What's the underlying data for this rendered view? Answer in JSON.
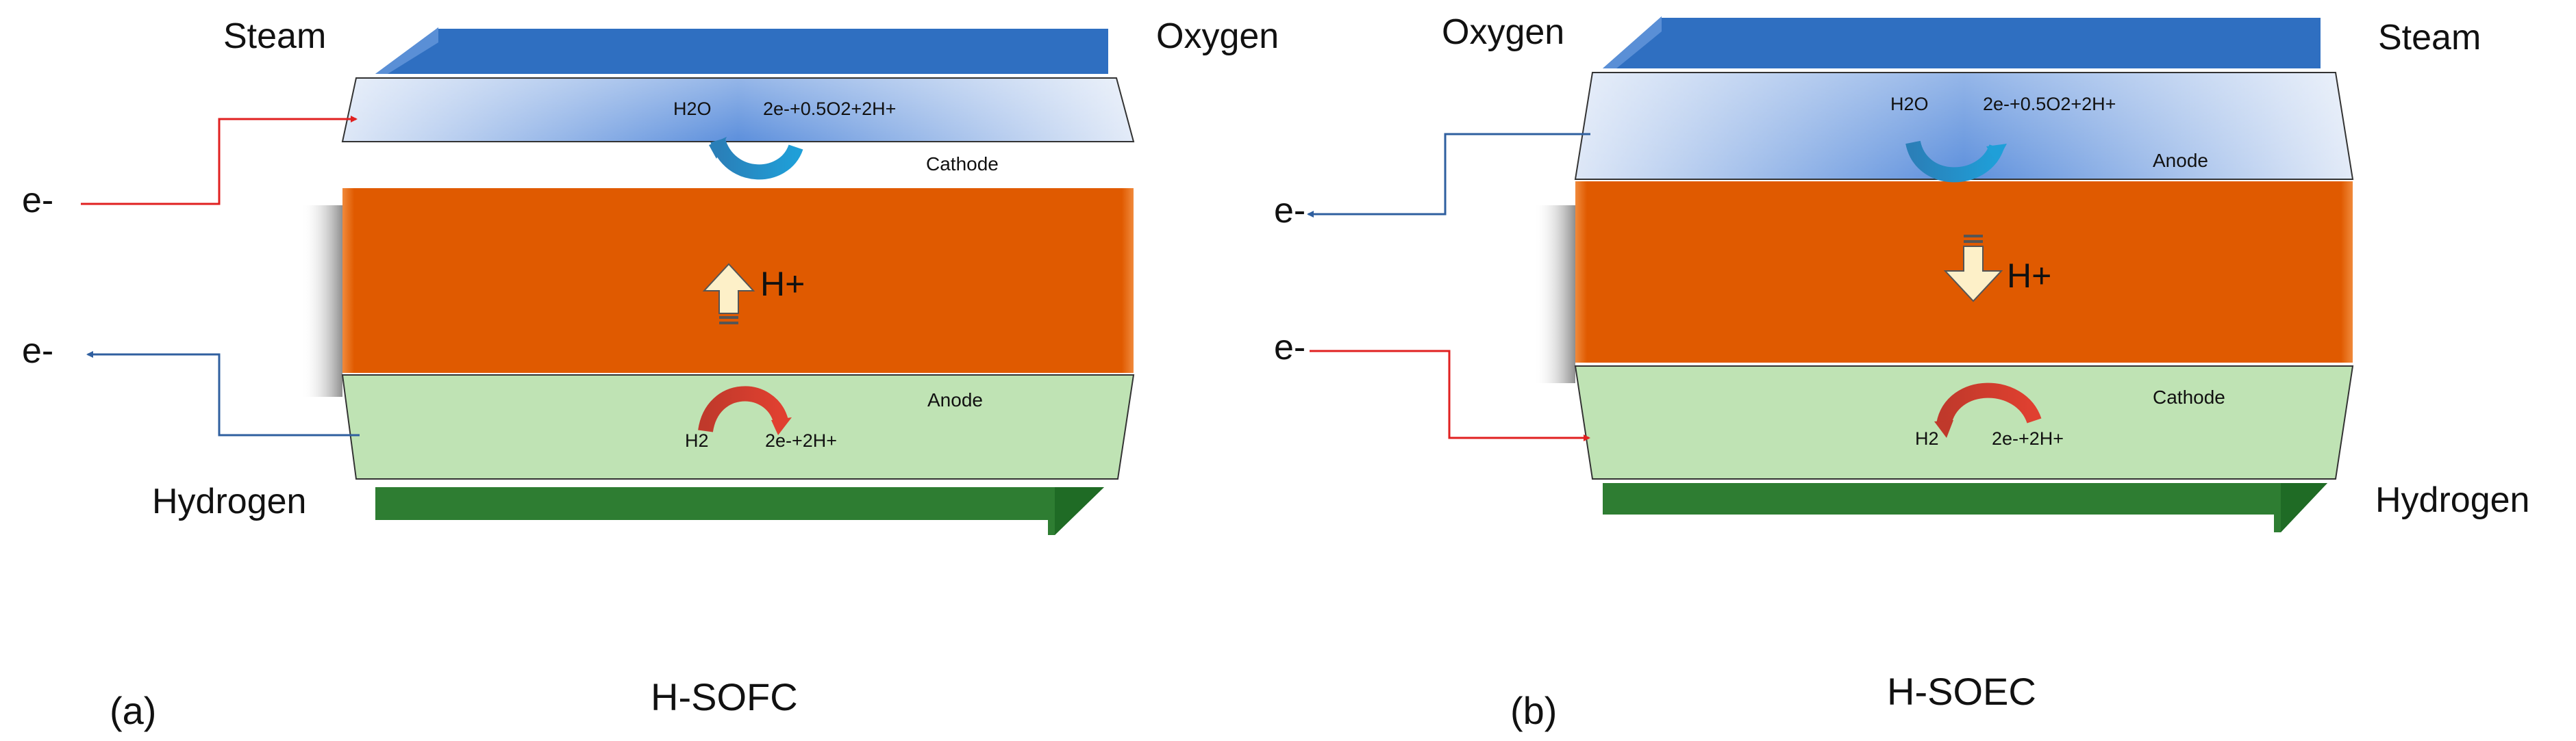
{
  "colors": {
    "top_bar": "#2f6fc1",
    "bottom_bar": "#2e7d32",
    "air_layer": "#c9d9f1",
    "electrolyte": "#e05a00",
    "fuel_layer": "#bfe3b4",
    "wire_in": "#e02020",
    "wire_out": "#2f5f9f"
  },
  "panel_a": {
    "left_top_label": "Steam",
    "right_top_label": "Oxygen",
    "bottom_label": "Hydrogen",
    "electron_in": "e-",
    "electron_out": "e-",
    "top_layer": "Cathode",
    "bottom_layer": "Anode",
    "top_reaction_left": "H2O",
    "top_reaction_right": "2e-+0.5O2+2H+",
    "bottom_reaction_left": "H2",
    "bottom_reaction_right": "2e-+2H+",
    "ion_label": "H+",
    "panel_tag": "(a)",
    "caption": "H-SOFC"
  },
  "panel_b": {
    "left_top_label": "Oxygen",
    "right_top_label": "Steam",
    "bottom_label": "Hydrogen",
    "electron_out": "e-",
    "electron_in": "e-",
    "top_layer": "Anode",
    "bottom_layer": "Cathode",
    "top_reaction_left": "H2O",
    "top_reaction_right": "2e-+0.5O2+2H+",
    "bottom_reaction_left": "H2",
    "bottom_reaction_right": "2e-+2H+",
    "ion_label": "H+",
    "panel_tag": "(b)",
    "caption": "H-SOEC"
  }
}
